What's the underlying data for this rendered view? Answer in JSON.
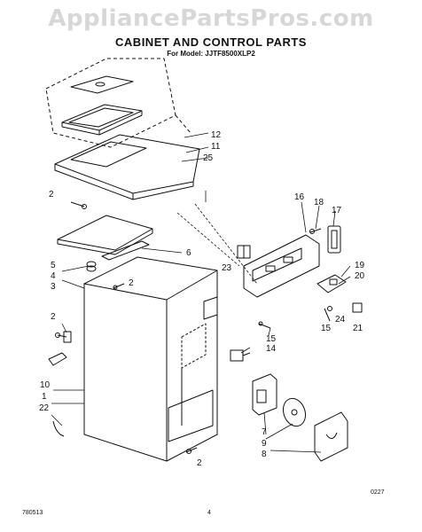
{
  "watermark": "AppliancePartsPros.com",
  "title": "CABINET AND CONTROL PARTS",
  "model": "For Model: JJTF8500XLP2",
  "labels": [
    "12",
    "11",
    "25",
    "2",
    "6",
    "5",
    "4",
    "3",
    "2",
    "2",
    "16",
    "18",
    "17",
    "23",
    "19",
    "20",
    "24",
    "21",
    "15",
    "15",
    "14",
    "10",
    "1",
    "22",
    "9",
    "7",
    "8",
    "2"
  ],
  "footer": {
    "left": "780513",
    "center": "4",
    "right": "0227"
  },
  "colors": {
    "line": "#111111",
    "watermark": "#d7d7d7"
  }
}
